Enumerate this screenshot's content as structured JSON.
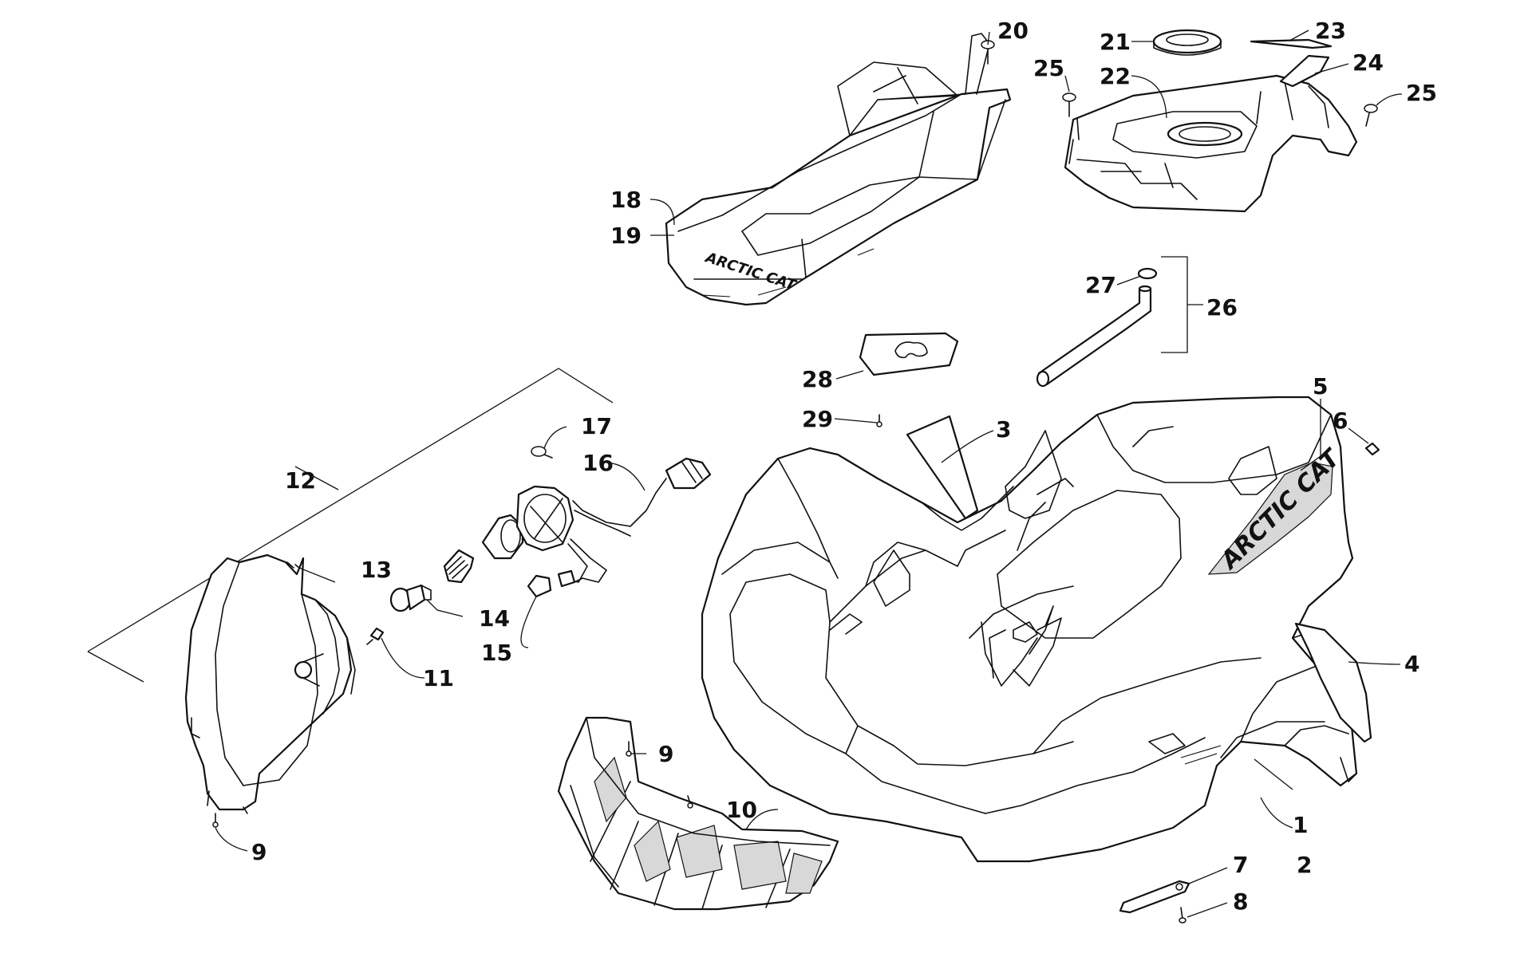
{
  "diagram": {
    "type": "exploded-parts-diagram",
    "brand_markings": {
      "hood_badge": "ARCTIC CAT",
      "fender_decal": "ARCTIC CAT"
    },
    "callouts": {
      "c1": "1",
      "c2": "2",
      "c3": "3",
      "c4": "4",
      "c5": "5",
      "c6": "6",
      "c7": "7",
      "c8": "8",
      "c9a": "9",
      "c9b": "9",
      "c10": "10",
      "c11": "11",
      "c12": "12",
      "c13": "13",
      "c14": "14",
      "c15": "15",
      "c16": "16",
      "c17": "17",
      "c18": "18",
      "c19": "19",
      "c20": "20",
      "c21": "21",
      "c22": "22",
      "c23": "23",
      "c24": "24",
      "c25a": "25",
      "c25b": "25",
      "c26": "26",
      "c27": "27",
      "c28": "28",
      "c29": "29"
    }
  }
}
